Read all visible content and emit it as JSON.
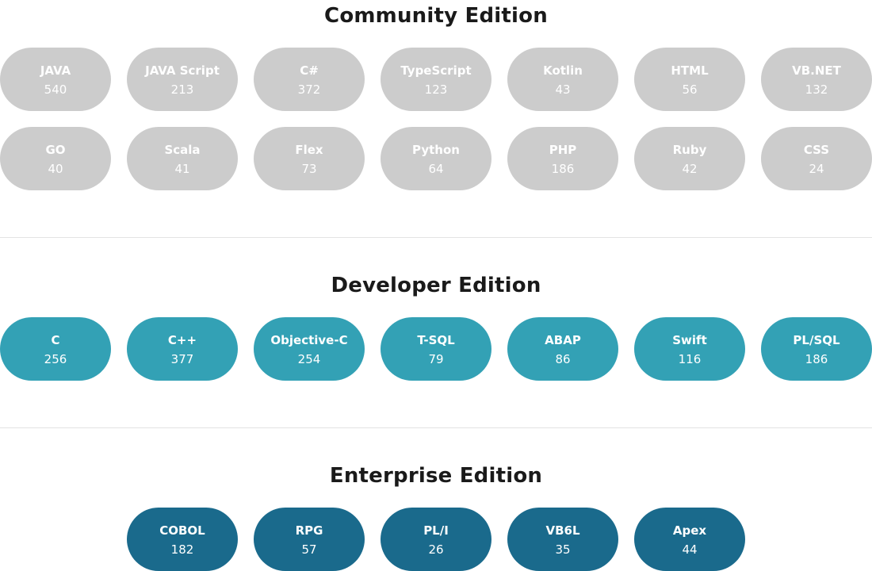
{
  "sections": [
    {
      "title": "Community Edition",
      "color": "#cccccc",
      "rows": [
        [
          {
            "name": "JAVA",
            "count": "540"
          },
          {
            "name": "JAVA Script",
            "count": "213"
          },
          {
            "name": "C#",
            "count": "372"
          },
          {
            "name": "TypeScript",
            "count": "123"
          },
          {
            "name": "Kotlin",
            "count": "43"
          },
          {
            "name": "HTML",
            "count": "56"
          },
          {
            "name": "VB.NET",
            "count": "132"
          }
        ],
        [
          {
            "name": "GO",
            "count": "40"
          },
          {
            "name": "Scala",
            "count": "41"
          },
          {
            "name": "Flex",
            "count": "73"
          },
          {
            "name": "Python",
            "count": "64"
          },
          {
            "name": "PHP",
            "count": "186"
          },
          {
            "name": "Ruby",
            "count": "42"
          },
          {
            "name": "CSS",
            "count": "24"
          }
        ]
      ]
    },
    {
      "title": "Developer Edition",
      "color": "#33a1b5",
      "rows": [
        [
          {
            "name": "C",
            "count": "256"
          },
          {
            "name": "C++",
            "count": "377"
          },
          {
            "name": "Objective-C",
            "count": "254"
          },
          {
            "name": "T-SQL",
            "count": "79"
          },
          {
            "name": "ABAP",
            "count": "86"
          },
          {
            "name": "Swift",
            "count": "116"
          },
          {
            "name": "PL/SQL",
            "count": "186"
          }
        ]
      ]
    },
    {
      "title": "Enterprise Edition",
      "color": "#1a6a8c",
      "rows": [
        [
          {
            "name": "COBOL",
            "count": "182"
          },
          {
            "name": "RPG",
            "count": "57"
          },
          {
            "name": "PL/I",
            "count": "26"
          },
          {
            "name": "VB6L",
            "count": "35"
          },
          {
            "name": "Apex",
            "count": "44"
          }
        ]
      ]
    }
  ]
}
